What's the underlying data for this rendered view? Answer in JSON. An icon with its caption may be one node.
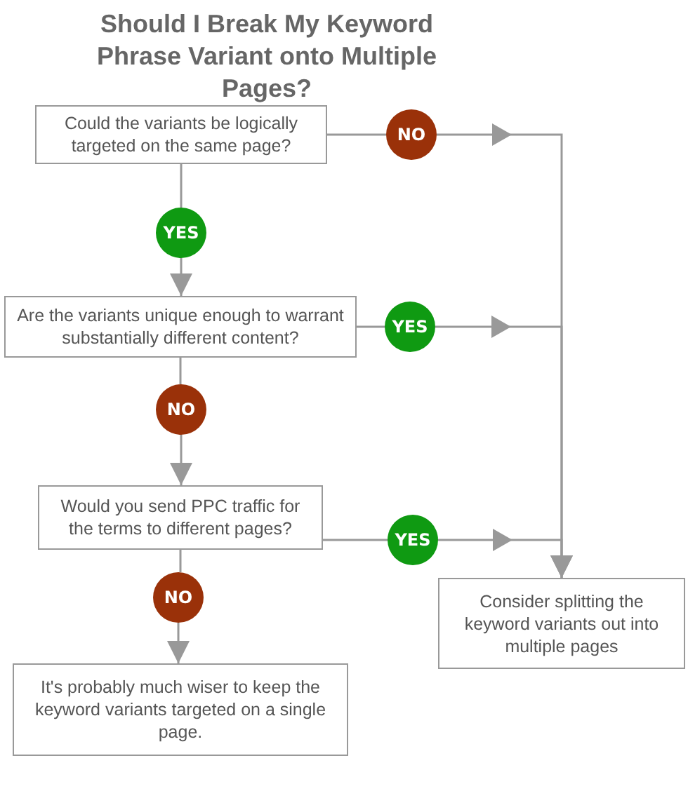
{
  "diagram": {
    "title": "Should I Break My Keyword Phrase Variant onto Multiple Pages?",
    "nodes": [
      {
        "text": [
          "Could the variants be logically targeted on the same page?"
        ]
      },
      {
        "text": [
          "NO"
        ]
      },
      {
        "text": [
          "YES"
        ]
      },
      {
        "text": [
          "Are the variants unique enough to warrant substantially different content?"
        ]
      },
      {
        "text": [
          "YES"
        ]
      },
      {
        "text": [
          "NO"
        ]
      },
      {
        "text": [
          "Would you send PPC traffic for the terms to different pages?"
        ]
      },
      {
        "text": [
          "YES"
        ]
      },
      {
        "text": [
          "NO"
        ]
      },
      {
        "text": [
          "Consider splitting the keyword variants out into multiple pages"
        ]
      },
      {
        "text": [
          "It's probably much wiser to keep the keyword variants targeted on a single page."
        ]
      }
    ],
    "edges": [
      {
        "from": 0,
        "to": 1,
        "arrow": "none"
      },
      {
        "from": 1,
        "to": 9,
        "arrow": "to"
      },
      {
        "from": 0,
        "to": 2,
        "arrow": "none"
      },
      {
        "from": 2,
        "to": 3,
        "arrow": "to"
      },
      {
        "from": 3,
        "to": 4,
        "arrow": "none"
      },
      {
        "from": 4,
        "to": 9,
        "arrow": "to"
      },
      {
        "from": 3,
        "to": 5,
        "arrow": "none"
      },
      {
        "from": 5,
        "to": 6,
        "arrow": "to"
      },
      {
        "from": 6,
        "to": 7,
        "arrow": "none"
      },
      {
        "from": 7,
        "to": 9,
        "arrow": "to"
      },
      {
        "from": 6,
        "to": 8,
        "arrow": "none"
      },
      {
        "from": 8,
        "to": 10,
        "arrow": "to"
      }
    ]
  }
}
